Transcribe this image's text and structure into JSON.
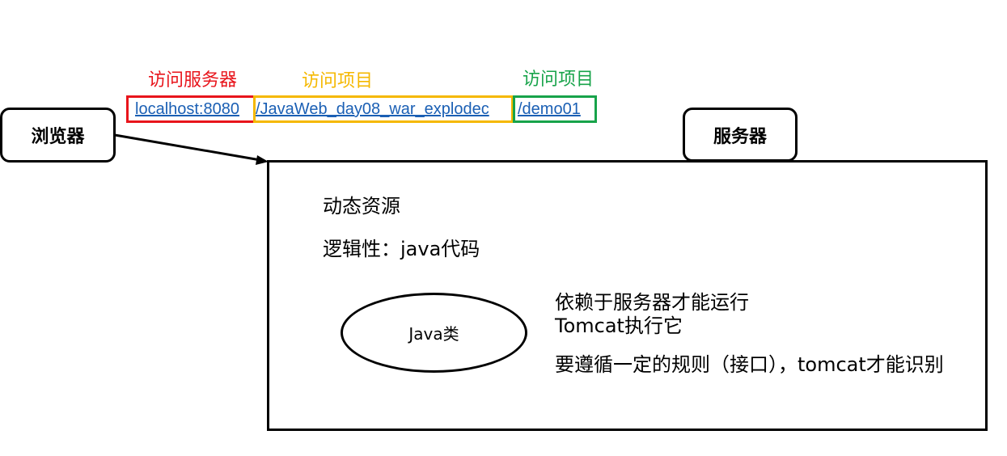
{
  "labels": {
    "server_access": "访问服务器",
    "project_access_1": "访问项目",
    "project_access_2": "访问项目"
  },
  "url": {
    "host": "localhost:8080",
    "project": "/JavaWeb_day08_war_explodec",
    "resource": "/demo01"
  },
  "colors": {
    "red": "#e8141b",
    "yellow": "#f5b800",
    "green": "#17a34a",
    "link": "#1a5fb4"
  },
  "browser": {
    "label": "浏览器"
  },
  "server": {
    "label": "服务器",
    "line1": "动态资源",
    "line2": "逻辑性：java代码",
    "java_class": "Java类",
    "note1": "依赖于服务器才能运行",
    "note2": "Tomcat执行它",
    "note3": "要遵循一定的规则（接口），tomcat才能识别"
  }
}
